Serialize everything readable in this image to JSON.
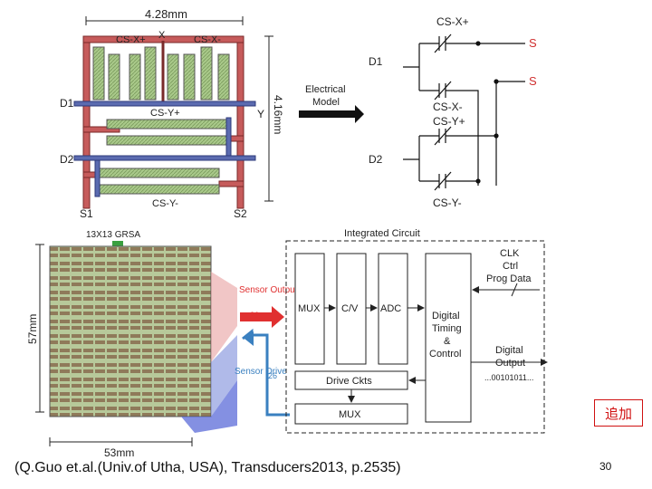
{
  "top_layout": {
    "width_label": "4.28mm",
    "height_label": "4.16mm",
    "x_label": "X",
    "y_label": "Y",
    "cs_x_plus": "CS-X+",
    "cs_x_minus": "CS-X-",
    "cs_y_plus": "CS-Y+",
    "cs_y_minus": "CS-Y-",
    "d1": "D1",
    "d2": "D2",
    "s1": "S1",
    "s2": "S2"
  },
  "arrow_label": {
    "line1": "Electrical",
    "line2": "Model"
  },
  "electrical_model": {
    "cs_x_plus": "CS-X+",
    "cs_x_minus": "CS-X-",
    "cs_y_plus": "CS-Y+",
    "cs_y_minus": "CS-Y-",
    "d1": "D1",
    "d2": "D2",
    "s_top": "S",
    "s_bottom": "S"
  },
  "array": {
    "title": "13X13 GRSA",
    "width_label": "53mm",
    "height_label": "57mm",
    "sensor_output": "Sensor Output",
    "sensor_output_count": "26",
    "sensor_drive": "Sensor Drive",
    "sensor_drive_count": "26"
  },
  "ic": {
    "title": "Integrated Circuit",
    "mux": "MUX",
    "cv": "C/V",
    "adc": "ADC",
    "digital_timing_1": "Digital",
    "digital_timing_2": "Timing",
    "digital_timing_3": "&",
    "digital_timing_4": "Control",
    "drive_ckts": "Drive Ckts",
    "mux_bottom": "MUX",
    "clk": "CLK",
    "ctrl": "Ctrl",
    "prog_data": "Prog Data",
    "digital_output_1": "Digital",
    "digital_output_2": "Output",
    "bitstream": "...00101011..."
  },
  "stamp": "追加",
  "caption": "(Q.Guo et.al.(Univ.of Utha, USA), Transducers2013, p.2535)",
  "page_number": "30",
  "colors": {
    "rail_red": "#b23a3a",
    "rail_blue": "#5b6bb0",
    "electrode_green": "#9cc07a",
    "accent_red": "#e03030",
    "accent_blue": "#3a80c0"
  }
}
